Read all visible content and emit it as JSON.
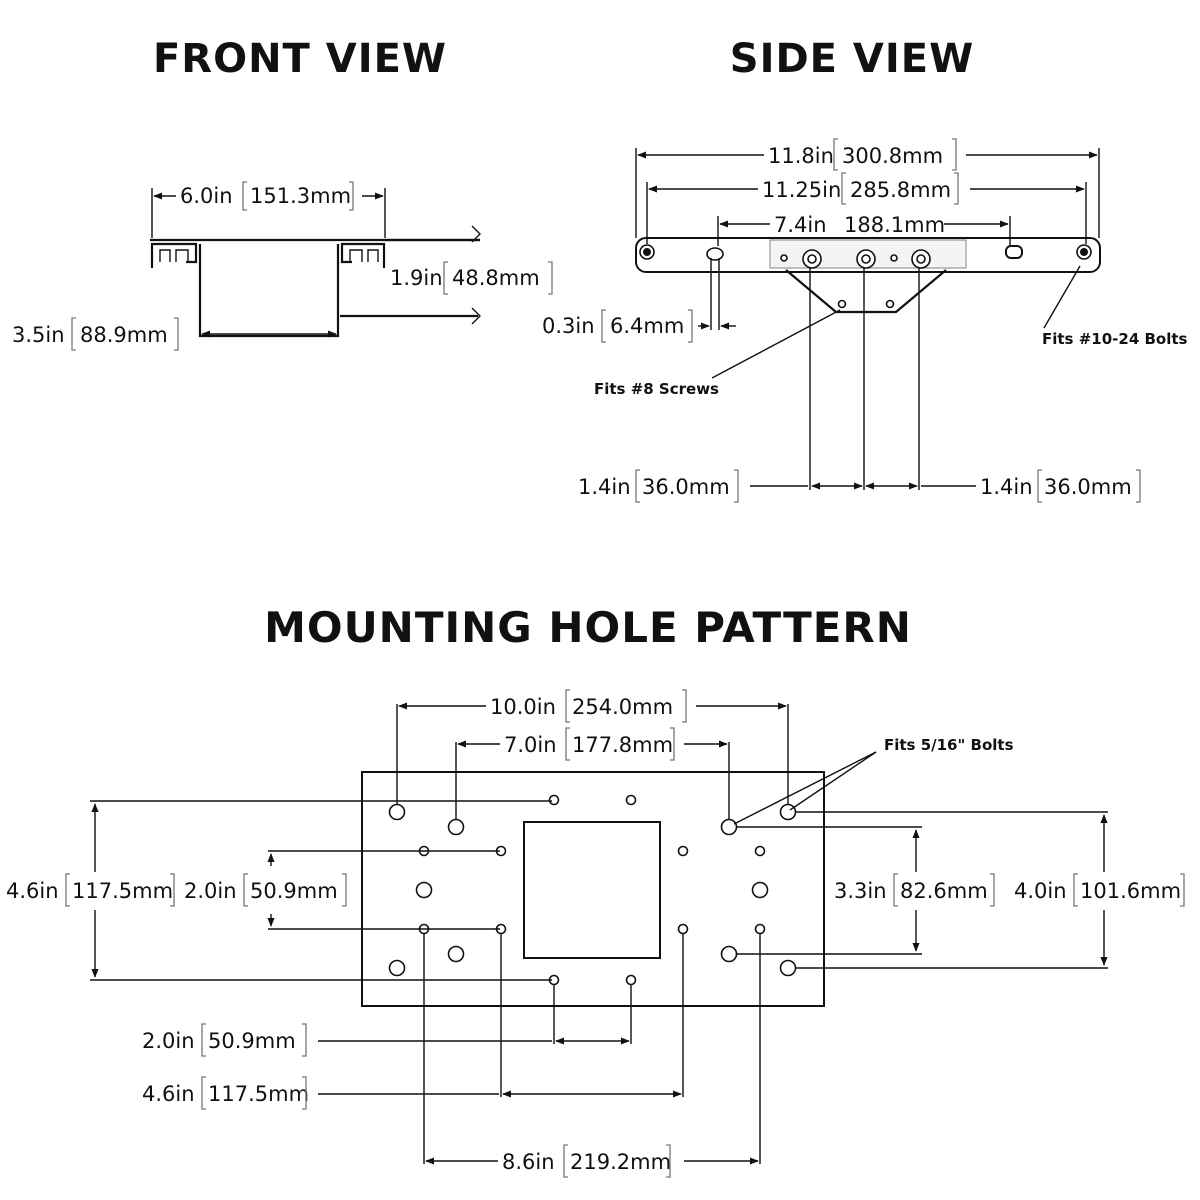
{
  "titles": {
    "front": "FRONT VIEW",
    "side": "SIDE VIEW",
    "pattern": "MOUNTING HOLE PATTERN"
  },
  "front_view": {
    "width": {
      "in": "6.0in",
      "mm": "151.3mm"
    },
    "height": {
      "in": "1.9in",
      "mm": "48.8mm"
    },
    "inner": {
      "in": "3.5in",
      "mm": "88.9mm"
    }
  },
  "side_view": {
    "overall": {
      "in": "11.8in",
      "mm": "300.8mm"
    },
    "bolt_span": {
      "in": "11.25in",
      "mm": "285.8mm"
    },
    "slot_span": {
      "in": "7.4in",
      "mm": "188.1mm"
    },
    "offset": {
      "in": "0.3in",
      "mm": "6.4mm"
    },
    "spacing_left": {
      "in": "1.4in",
      "mm": "36.0mm"
    },
    "spacing_right": {
      "in": "1.4in",
      "mm": "36.0mm"
    },
    "note_screws": "Fits #8 Screws",
    "note_bolts": "Fits #10-24 Bolts"
  },
  "hole_pattern": {
    "outer_w": {
      "in": "10.0in",
      "mm": "254.0mm"
    },
    "inner_w": {
      "in": "7.0in",
      "mm": "177.8mm"
    },
    "left_h": {
      "in": "4.6in",
      "mm": "117.5mm"
    },
    "left_inner_h": {
      "in": "2.0in",
      "mm": "50.9mm"
    },
    "right_inner_h": {
      "in": "3.3in",
      "mm": "82.6mm"
    },
    "right_h": {
      "in": "4.0in",
      "mm": "101.6mm"
    },
    "bottom_a": {
      "in": "2.0in",
      "mm": "50.9mm"
    },
    "bottom_b": {
      "in": "4.6in",
      "mm": "117.5mm"
    },
    "bottom_c": {
      "in": "8.6in",
      "mm": "219.2mm"
    },
    "note_bolts": "Fits 5/16\" Bolts"
  }
}
